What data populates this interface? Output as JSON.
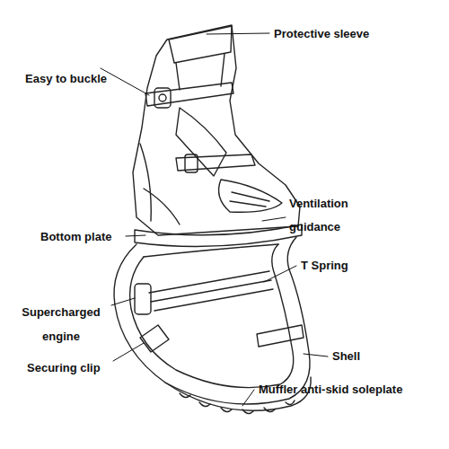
{
  "diagram": {
    "labels": [
      "Protective sleeve",
      "Easy to buckle",
      "Ventilation guidance",
      "Bottom plate",
      "T Spring",
      "Supercharged engine",
      "Securing clip",
      "Shell",
      "Muffler anti-skid soleplate"
    ]
  }
}
